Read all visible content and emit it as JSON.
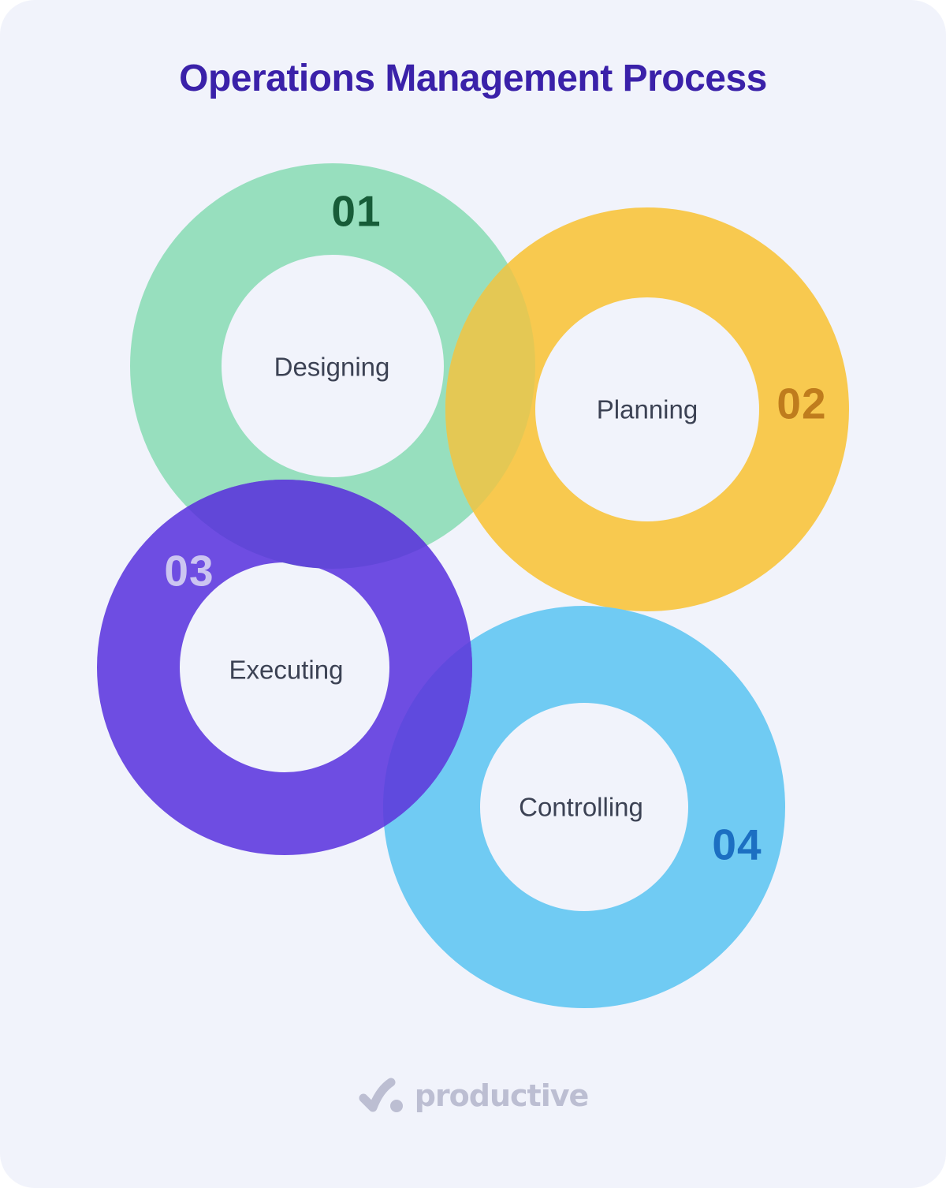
{
  "title": {
    "text": "Operations Management Process",
    "color": "#3A21A9"
  },
  "panel": {
    "background": "#F1F3FB",
    "page_background": "#FFFFFF"
  },
  "diagram": {
    "label_color": "#3C4254",
    "steps": [
      {
        "number": "01",
        "label": "Designing",
        "ring_color": "#97DFBE",
        "number_color": "#175C38"
      },
      {
        "number": "02",
        "label": "Planning",
        "ring_color": "#F8C94F",
        "number_color": "#BF7C1D"
      },
      {
        "number": "03",
        "label": "Executing",
        "ring_color": "#6E4DE2",
        "number_color": "#CCC5F1"
      },
      {
        "number": "04",
        "label": "Controlling",
        "ring_color": "#70CBF3",
        "number_color": "#1C6FC2"
      }
    ],
    "overlaps": {
      "designing_planning": "#E4C854",
      "designing_executing": "#6147D8",
      "executing_controlling": "#5F4ADE"
    }
  },
  "footer": {
    "logo_text": "productive",
    "logo_color": "#BCBED2",
    "logo_icon": "checkmark-dot-icon"
  }
}
